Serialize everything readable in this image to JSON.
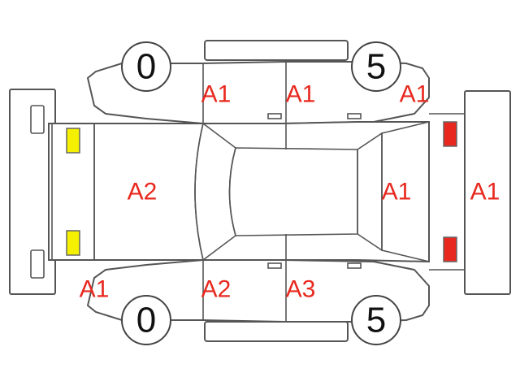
{
  "wheels": {
    "front_top": "0",
    "rear_top": "5",
    "front_bottom": "0",
    "rear_bottom": "5"
  },
  "damage_codes": {
    "front_door_top": "A1",
    "rear_door_top": "A1",
    "rear_quarter_top": "A1",
    "hood": "A2",
    "rear_glass": "A1",
    "rear_bumper": "A1",
    "front_quarter_bottom": "A1",
    "front_door_bottom": "A2",
    "rear_door_bottom": "A3"
  },
  "colors": {
    "code_text": "#e8281e",
    "front_lamp": "#f5f000",
    "rear_lamp": "#e8281e",
    "outline": "#555555"
  }
}
